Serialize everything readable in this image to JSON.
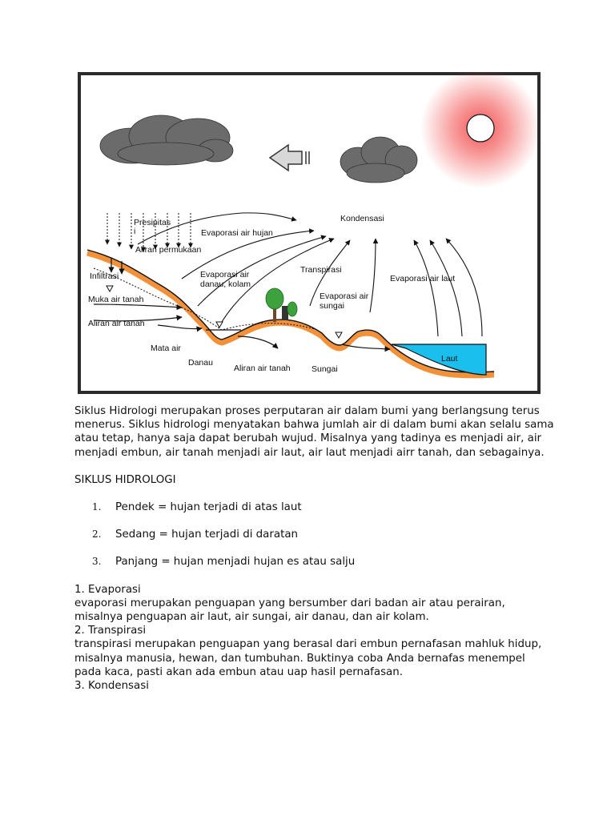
{
  "diagram": {
    "labels": {
      "presipitasi": "Presipitas\ni",
      "aliran_permukaan": "Aliran permukaan",
      "infiltrasi": "Infiltrasi",
      "muka_air_tanah": "Muka air tanah",
      "aliran_air_tanah_left": "Aliran air tanah",
      "mata_air": "Mata air",
      "danau": "Danau",
      "aliran_air_tanah_bottom": "Aliran air tanah",
      "sungai": "Sungai",
      "evaporasi_air_hujan": "Evaporasi air hujan",
      "evaporasi_danau_kolam": "Evaporasi air\ndanau, kolam",
      "kondensasi": "Kondensasi",
      "transpirasi": "Transpirasi",
      "evaporasi_sungai": "Evaporasi air\nsungai",
      "evaporasi_laut": "Evaporasi air laut",
      "laut": "Laut"
    },
    "colors": {
      "ground": "#f3913a",
      "sea": "#1bbfee",
      "sun_glow": "#f24a4a",
      "cloud": "#6b6b6b",
      "tree": "#3da23d"
    }
  },
  "document": {
    "intro": "Siklus Hidrologi merupakan proses perputaran air dalam bumi yang berlangsung terus menerus. Siklus hidrologi menyatakan bahwa jumlah air di dalam bumi akan selalu sama atau tetap, hanya saja dapat berubah wujud. Misalnya yang tadinya es menjadi air, air menjadi embun, air tanah menjadi air laut, air laut menjadi airr tanah, dan sebagainya.",
    "heading": "SIKLUS HIDROLOGI",
    "types": [
      {
        "num": "1.",
        "text": "Pendek = hujan terjadi di atas laut"
      },
      {
        "num": "2.",
        "text": "Sedang = hujan terjadi di daratan"
      },
      {
        "num": "3.",
        "text": "Panjang = hujan menjadi hujan es atau salju"
      }
    ],
    "sections": [
      {
        "title": "1. Evaporasi",
        "body": "evaporasi merupakan penguapan yang bersumber dari badan air atau perairan, misalnya penguapan air laut, air sungai, air danau, dan air kolam."
      },
      {
        "title": "2. Transpirasi",
        "body": "transpirasi merupakan penguapan yang berasal dari embun pernafasan mahluk hidup, misalnya manusia, hewan, dan tumbuhan. Buktinya coba Anda bernafas menempel pada kaca, pasti akan ada embun atau uap hasil pernafasan."
      },
      {
        "title": "3. Kondensasi",
        "body": ""
      }
    ]
  }
}
